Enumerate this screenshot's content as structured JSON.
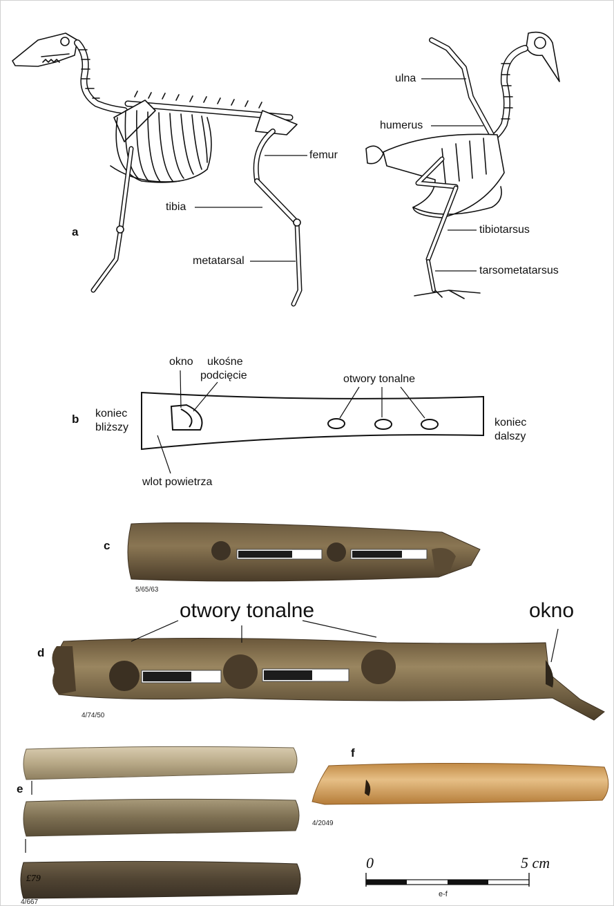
{
  "panel_a": {
    "letter": "a",
    "labels": {
      "femur": "femur",
      "tibia": "tibia",
      "metatarsal": "metatarsal",
      "ulna": "ulna",
      "humerus": "humerus",
      "tibiotarsus": "tibiotarsus",
      "tarsometatarsus": "tarsometatarsus"
    }
  },
  "panel_b": {
    "letter": "b",
    "labels": {
      "okno": "okno",
      "ukosne": "ukośne",
      "podciecie": "podcięcie",
      "otwory": "otwory tonalne",
      "koniec_blizszy_1": "koniec",
      "koniec_blizszy_2": "bliższy",
      "koniec_dalszy_1": "koniec",
      "koniec_dalszy_2": "dalszy",
      "wlot": "wlot powietrza"
    }
  },
  "panel_c": {
    "letter": "c",
    "catalog": "5/65/63"
  },
  "panel_d": {
    "letter": "d",
    "catalog": "4/74/50",
    "label_otwory": "otwory tonalne",
    "label_okno": "okno"
  },
  "panel_e": {
    "letter": "e",
    "catalog": "4/667",
    "marking": "£79"
  },
  "panel_f": {
    "letter": "f",
    "catalog": "4/2049"
  },
  "scale": {
    "start": "0",
    "end": "5 cm",
    "caption": "e-f"
  },
  "colors": {
    "bone_dark": "#5a4a35",
    "bone_light": "#cdb98f",
    "bone_orange": "#d9a865",
    "ink": "#111111"
  }
}
